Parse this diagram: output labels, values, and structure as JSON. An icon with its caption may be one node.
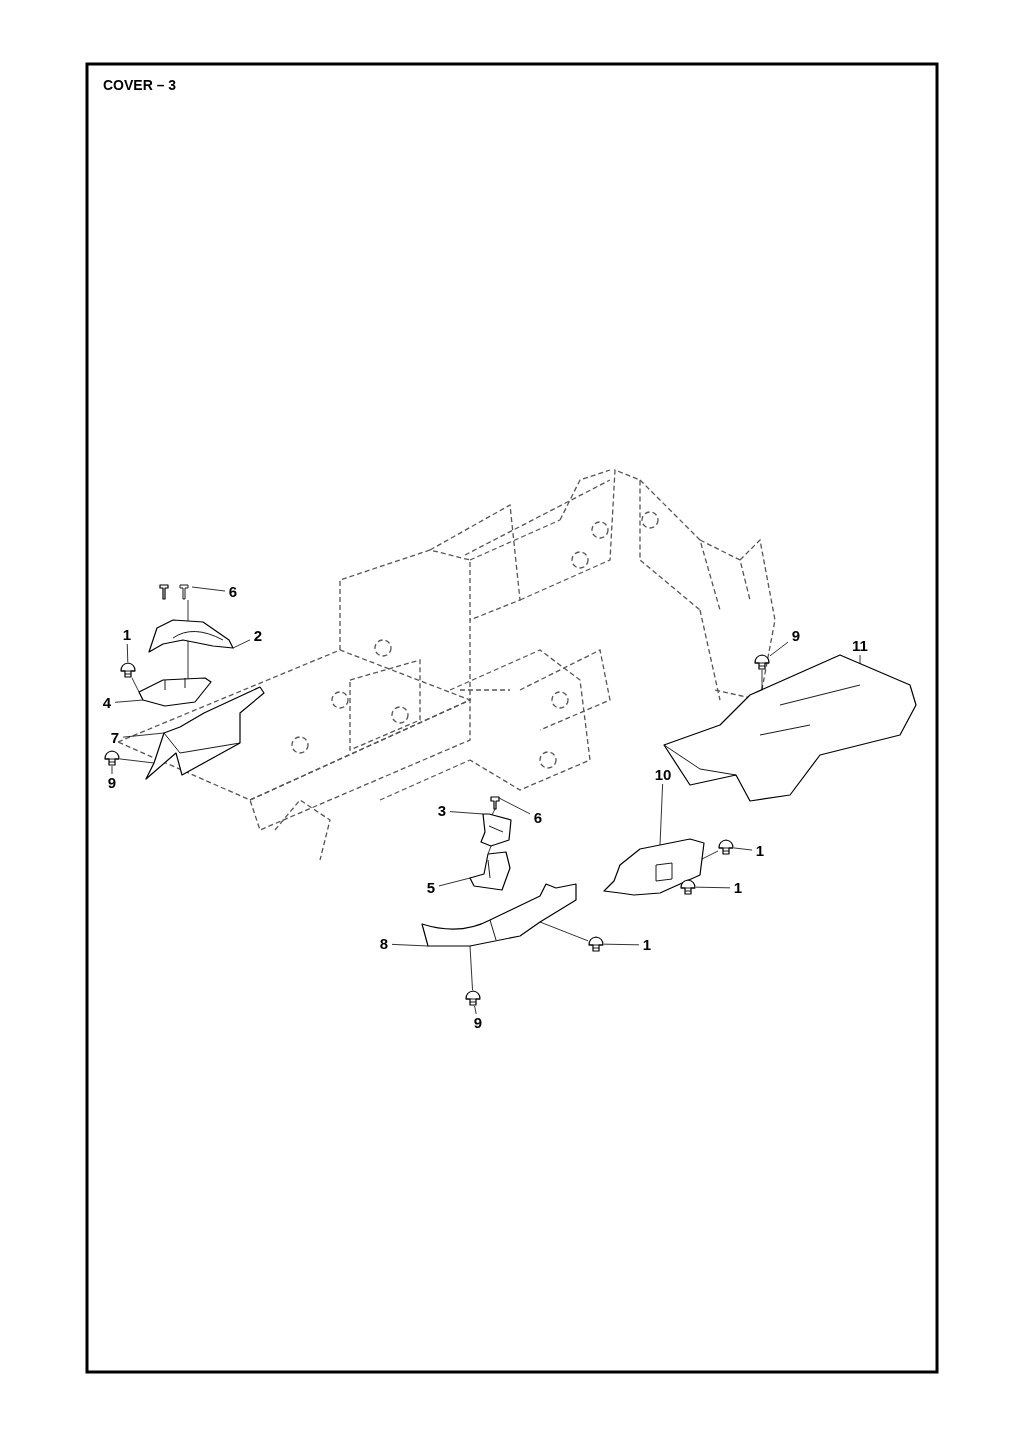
{
  "diagram": {
    "title": "COVER – 3",
    "nodes": [
      {
        "text": [
          "6"
        ]
      },
      {
        "text": [
          "2"
        ]
      },
      {
        "text": [
          "1"
        ]
      },
      {
        "text": [
          "4"
        ]
      },
      {
        "text": [
          "7"
        ]
      },
      {
        "text": [
          "9"
        ]
      },
      {
        "text": [
          "3"
        ]
      },
      {
        "text": [
          "6"
        ]
      },
      {
        "text": [
          "10"
        ]
      },
      {
        "text": [
          "1"
        ]
      },
      {
        "text": [
          "1"
        ]
      },
      {
        "text": [
          "5"
        ]
      },
      {
        "text": [
          "8"
        ]
      },
      {
        "text": [
          "1"
        ]
      },
      {
        "text": [
          "9"
        ]
      },
      {
        "text": [
          "9"
        ]
      },
      {
        "text": [
          "11"
        ]
      },
      {
        "text": [],
        "shape": "picture"
      },
      {
        "text": [],
        "shape": "picture"
      },
      {
        "text": [],
        "shape": "picture"
      },
      {
        "text": [],
        "shape": "picture"
      },
      {
        "text": [],
        "shape": "picture"
      },
      {
        "text": [],
        "shape": "picture"
      },
      {
        "text": [],
        "shape": "picture"
      },
      {
        "text": [],
        "shape": "picture"
      },
      {
        "text": [],
        "shape": "picture"
      },
      {
        "text": [],
        "shape": "picture"
      },
      {
        "text": [],
        "shape": "picture"
      },
      {
        "text": [],
        "shape": "picture"
      },
      {
        "text": [],
        "shape": "picture"
      },
      {
        "text": [],
        "shape": "picture"
      },
      {
        "text": [],
        "shape": "picture"
      },
      {
        "text": [],
        "shape": "picture"
      },
      {
        "text": [],
        "shape": "picture"
      }
    ],
    "edges": [
      {
        "from": 0,
        "to": 17,
        "arrow": "none"
      },
      {
        "from": 1,
        "to": 18,
        "arrow": "none"
      },
      {
        "from": 2,
        "to": 19,
        "arrow": "none"
      },
      {
        "from": 3,
        "to": 20,
        "arrow": "none"
      },
      {
        "from": 4,
        "to": 21,
        "arrow": "none"
      },
      {
        "from": 5,
        "to": 22,
        "arrow": "none"
      },
      {
        "from": 6,
        "to": 24,
        "arrow": "none"
      },
      {
        "from": 7,
        "to": 23,
        "arrow": "none"
      },
      {
        "from": 8,
        "to": 29,
        "arrow": "none"
      },
      {
        "from": 9,
        "to": 30,
        "arrow": "none"
      },
      {
        "from": 10,
        "to": 31,
        "arrow": "none"
      },
      {
        "from": 11,
        "to": 25,
        "arrow": "none"
      },
      {
        "from": 12,
        "to": 26,
        "arrow": "none"
      },
      {
        "from": 13,
        "to": 27,
        "arrow": "none"
      },
      {
        "from": 14,
        "to": 28,
        "arrow": "none"
      },
      {
        "from": 15,
        "to": 32,
        "arrow": "none"
      },
      {
        "from": 16,
        "to": 33,
        "arrow": "none"
      },
      {
        "from": 17,
        "to": 18,
        "arrow": "none"
      },
      {
        "from": 18,
        "to": 20,
        "arrow": "none"
      },
      {
        "from": 19,
        "to": 20,
        "arrow": "none"
      },
      {
        "from": 22,
        "to": 21,
        "arrow": "none"
      },
      {
        "from": 23,
        "to": 24,
        "arrow": "none"
      },
      {
        "from": 24,
        "to": 25,
        "arrow": "none"
      },
      {
        "from": 27,
        "to": 26,
        "arrow": "none"
      },
      {
        "from": 28,
        "to": 26,
        "arrow": "none"
      },
      {
        "from": 30,
        "to": 29,
        "arrow": "none"
      },
      {
        "from": 32,
        "to": 33,
        "arrow": "none"
      }
    ]
  }
}
